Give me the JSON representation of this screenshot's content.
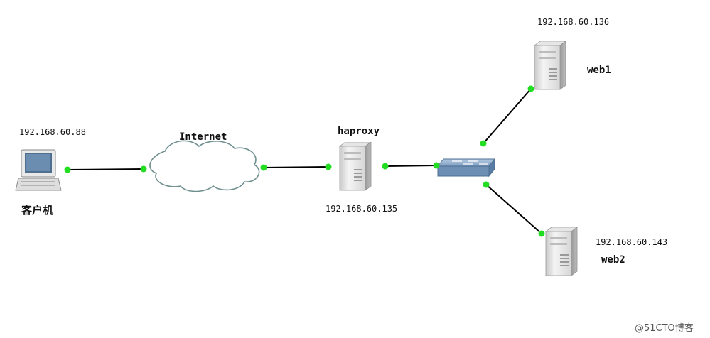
{
  "client": {
    "label": "客户机",
    "ip": "192.168.60.88"
  },
  "internet": {
    "label": "Internet"
  },
  "haproxy": {
    "label": "haproxy",
    "ip": "192.168.60.135"
  },
  "web1": {
    "label": "web1",
    "ip": "192.168.60.136"
  },
  "web2": {
    "label": "web2",
    "ip": "192.168.60.143"
  },
  "watermark": "@51CTO博客",
  "colors": {
    "link_dot": "#22dd22",
    "cloud_stroke": "#6f8f8f",
    "switch_body": "#6d8fb3"
  },
  "icons": {
    "client": "laptop-icon",
    "internet": "cloud-icon",
    "servers": "server-tower-icon",
    "switch": "network-switch-icon"
  }
}
